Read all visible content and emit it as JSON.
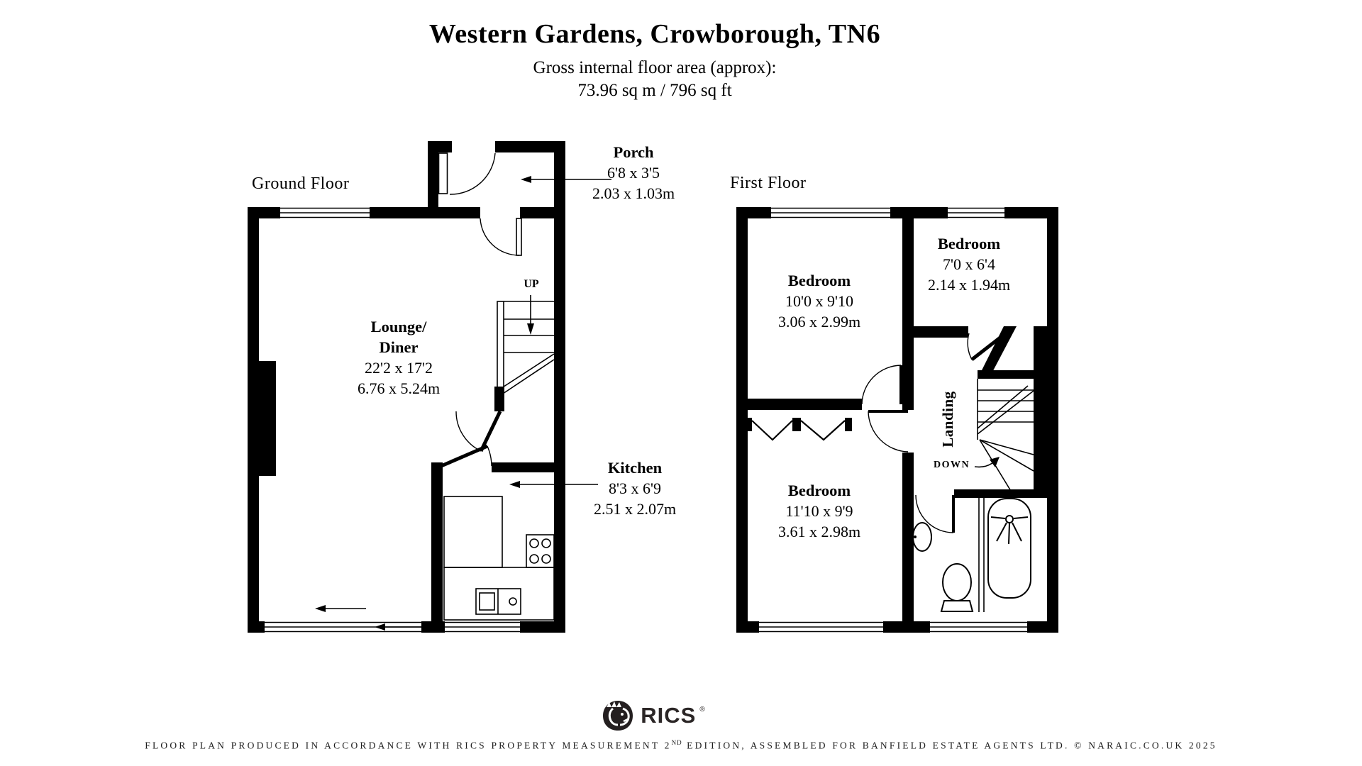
{
  "header": {
    "title": "Western Gardens, Crowborough, TN6",
    "subtitle": "Gross internal floor area (approx):",
    "area": "73.96 sq m / 796 sq ft"
  },
  "floors": {
    "ground_label": "Ground Floor",
    "first_label": "First Floor"
  },
  "rooms": {
    "porch": {
      "name": "Porch",
      "imperial": "6'8 x 3'5",
      "metric": "2.03 x 1.03m"
    },
    "lounge": {
      "name_line1": "Lounge/",
      "name_line2": "Diner",
      "imperial": "22'2 x 17'2",
      "metric": "6.76 x 5.24m"
    },
    "kitchen": {
      "name": "Kitchen",
      "imperial": "8'3 x 6'9",
      "metric": "2.51 x 2.07m"
    },
    "bedroom1": {
      "name": "Bedroom",
      "imperial": "10'0 x 9'10",
      "metric": "3.06 x 2.99m"
    },
    "bedroom2": {
      "name": "Bedroom",
      "imperial": "7'0 x 6'4",
      "metric": "2.14 x 1.94m"
    },
    "bedroom3": {
      "name": "Bedroom",
      "imperial": "11'10 x 9'9",
      "metric": "3.61 x 2.98m"
    },
    "landing": {
      "name": "Landing"
    }
  },
  "stairs": {
    "up_label": "UP",
    "down_label": "DOWN"
  },
  "logo": {
    "text": "RICS",
    "registered": "®"
  },
  "footer": {
    "text_start": "FLOOR PLAN PRODUCED IN ACCORDANCE WITH RICS PROPERTY MEASUREMENT 2",
    "superscript": "ND",
    "text_end": " EDITION, ASSEMBLED FOR BANFIELD ESTATE AGENTS LTD. © NARAIC.CO.UK 2025"
  },
  "colors": {
    "wall": "#000000",
    "background": "#ffffff",
    "footer_text": "#1c1c1c",
    "logo_dark": "#241f20"
  }
}
